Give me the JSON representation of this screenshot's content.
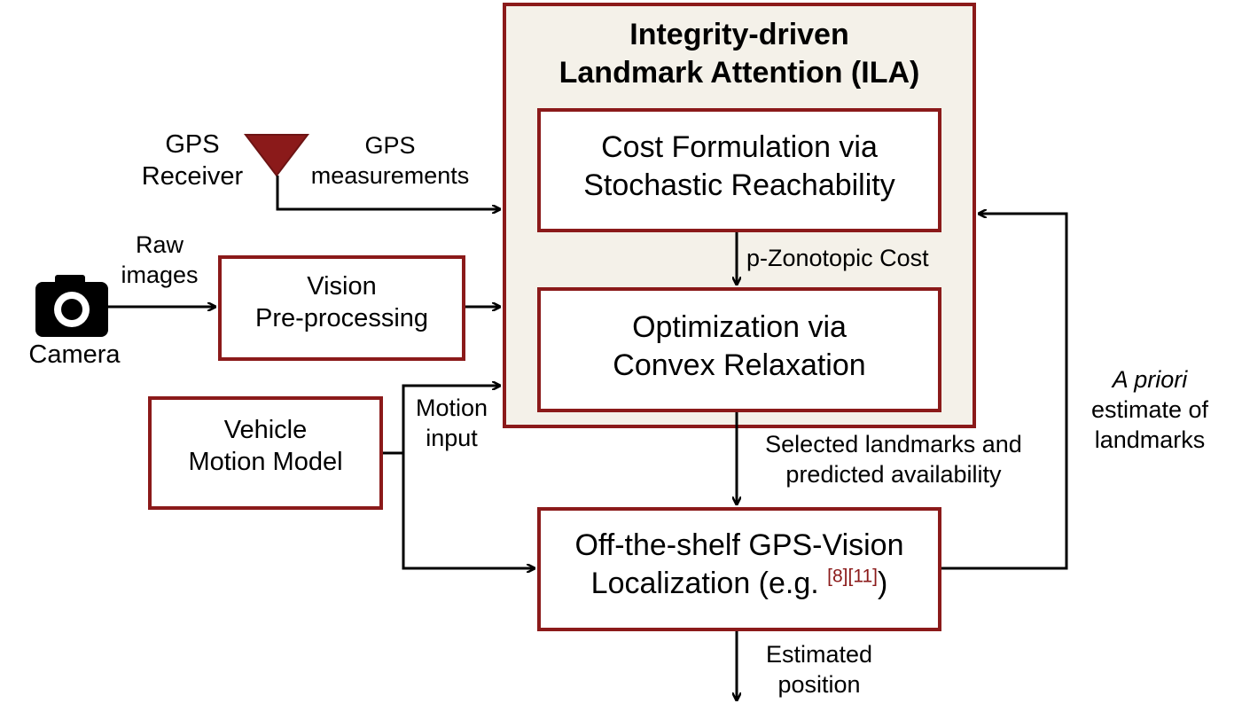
{
  "ila": {
    "title_line1": "Integrity-driven",
    "title_line2": "Landmark Attention (ILA)"
  },
  "cost_box": {
    "line1": "Cost Formulation via",
    "line2": "Stochastic Reachability"
  },
  "opt_box": {
    "line1": "Optimization via",
    "line2": "Convex Relaxation"
  },
  "vision_box": {
    "line1": "Vision",
    "line2": "Pre-processing"
  },
  "vehicle_box": {
    "line1": "Vehicle",
    "line2": "Motion Model"
  },
  "loc_box": {
    "line1": "Off-the-shelf GPS-Vision",
    "line2_text": "Localization (e.g. ",
    "citation": "[8][11]",
    "line2_end": ")"
  },
  "gps": {
    "label_line1": "GPS",
    "label_line2": "Receiver"
  },
  "camera": {
    "label": "Camera"
  },
  "edges": {
    "gps_measurements_1": "GPS",
    "gps_measurements_2": "measurements",
    "raw_images_1": "Raw",
    "raw_images_2": "images",
    "pzono": "p-Zonotopic Cost",
    "motion_input_1": "Motion",
    "motion_input_2": "input",
    "selected_1": "Selected landmarks and",
    "selected_2": "predicted availability",
    "apriori_1": "A priori",
    "apriori_2": "estimate of",
    "apriori_3": "landmarks",
    "estimated_1": "Estimated",
    "estimated_2": "position"
  },
  "colors": {
    "accent": "#8b1a1a",
    "ila_fill": "#f4f1e9"
  }
}
